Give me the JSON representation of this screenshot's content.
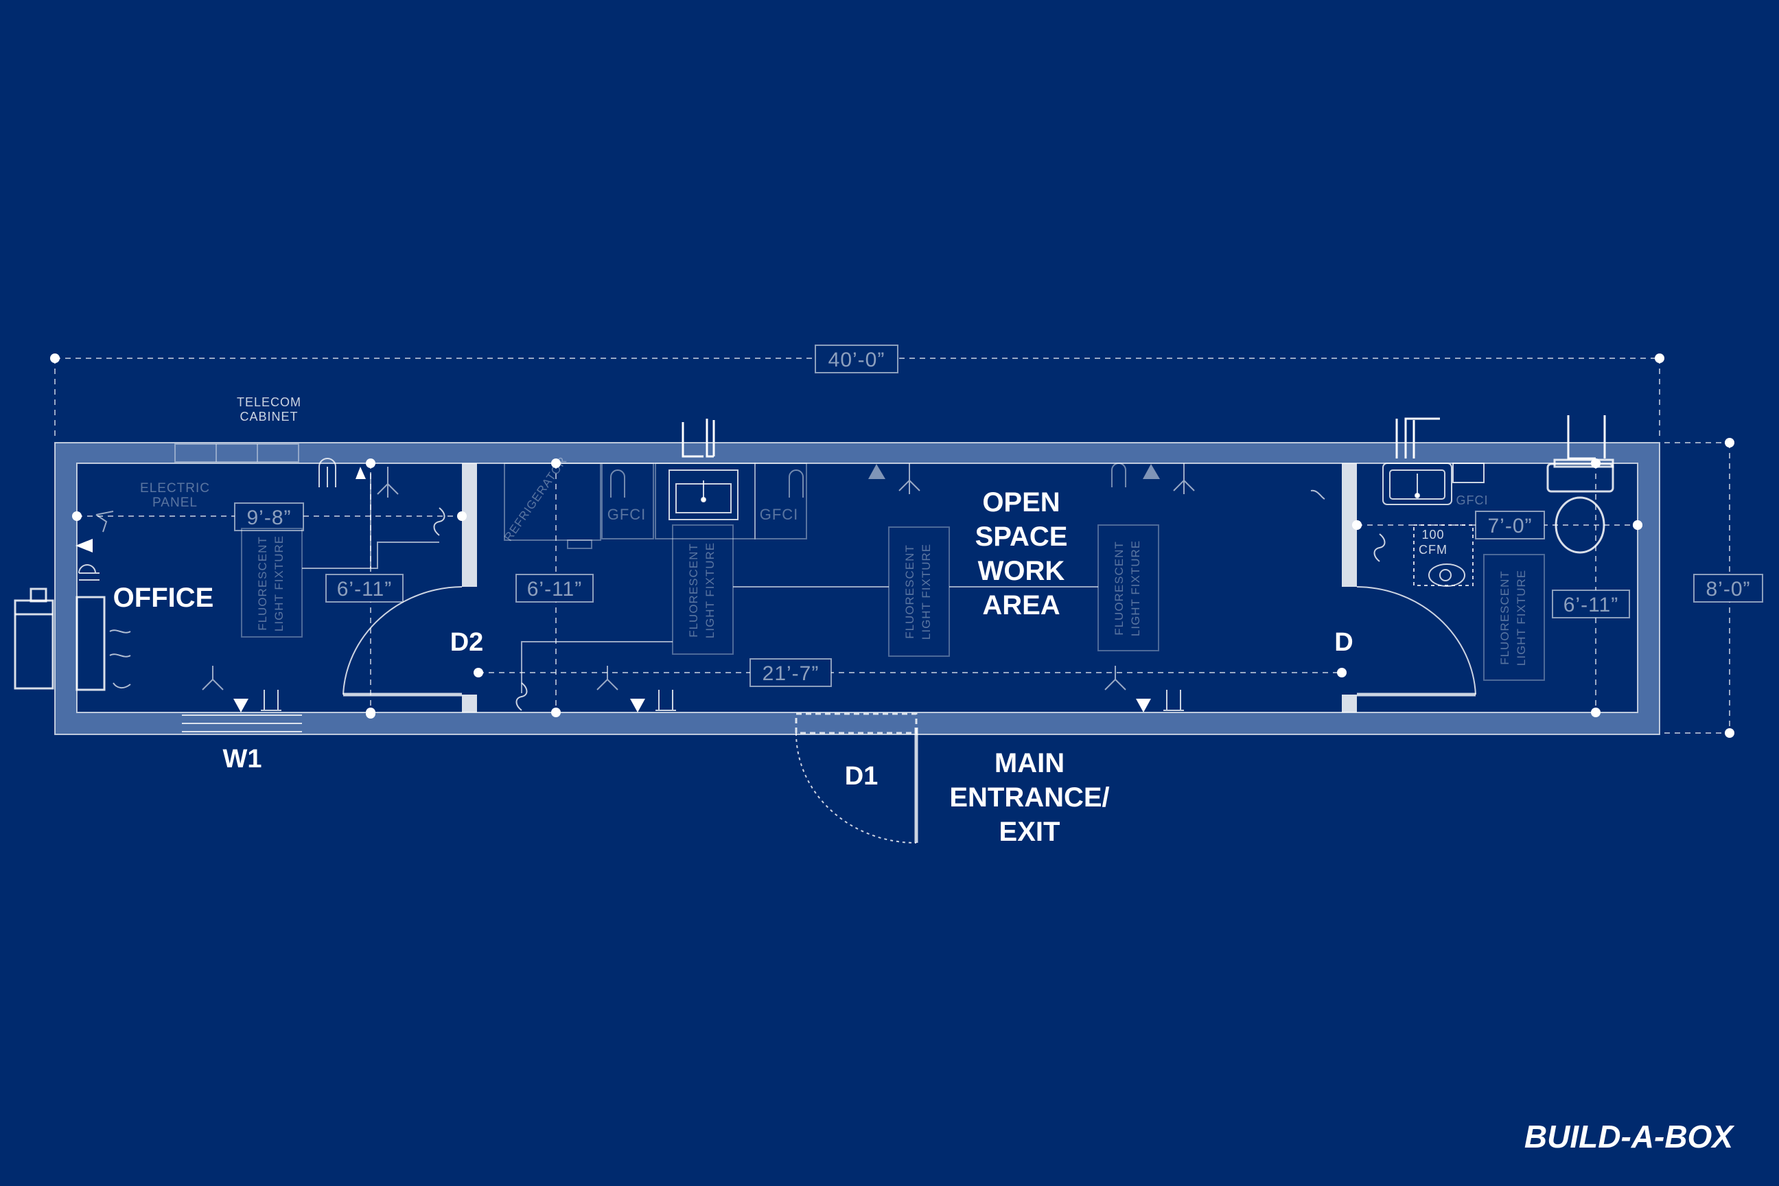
{
  "dimensions": {
    "overall_length": "40’-0”",
    "overall_width": "8’-0”",
    "office_width": "9’-8”",
    "office_depth": "6’-11”",
    "work_depth": "6’-11”",
    "bath_depth": "6’-11”",
    "bath_width": "7’-0”",
    "work_length": "21’-7”"
  },
  "rooms": {
    "office": "OFFICE",
    "open_space": [
      "OPEN",
      "SPACE",
      "WORK",
      "AREA"
    ],
    "main_entrance": [
      "MAIN",
      "ENTRANCE/",
      "EXIT"
    ]
  },
  "doors": {
    "d1": "D1",
    "d2": "D2",
    "d": "D"
  },
  "windows": {
    "w1": "W1"
  },
  "equipment": {
    "telecom_cabinet": [
      "TELECOM",
      "CABINET"
    ],
    "electric_panel": [
      "ELECTRIC",
      "PANEL"
    ],
    "refrigerator": "REFRIGERATOR",
    "gfci": "GFCI",
    "fan": [
      "100",
      "CFM"
    ],
    "light_fixture": [
      "FLUORESCENT",
      "LIGHT FIXTURE"
    ]
  },
  "brand": {
    "logo": "BUILD-A-BOX"
  },
  "colors": {
    "background": "#002a6e",
    "wall": "#4b6ea6",
    "line": "#ffffff"
  },
  "icons": [
    "switch-icon",
    "outlet-icon",
    "data-outlet-icon",
    "light-branch-icon",
    "door-swing-icon",
    "faucet-icon",
    "toilet-icon",
    "sink-icon",
    "exhaust-fan-icon"
  ]
}
